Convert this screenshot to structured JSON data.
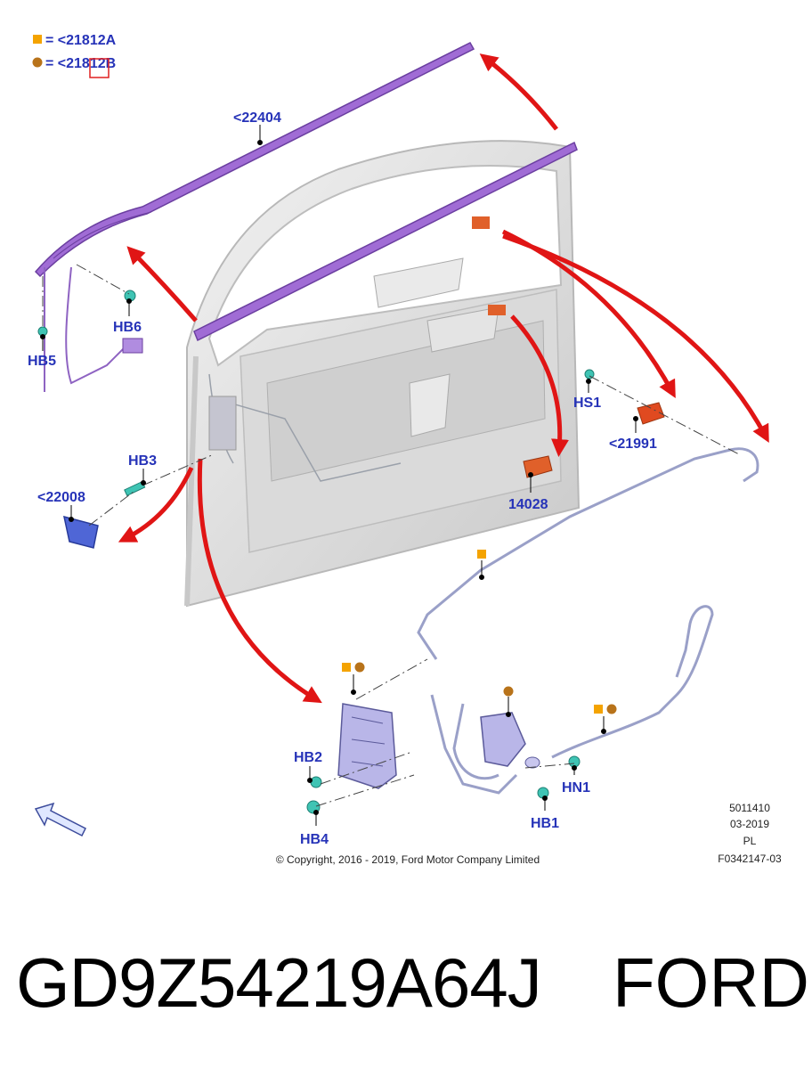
{
  "legend": [
    {
      "symbol": "square",
      "color": "#f4a300",
      "text": "= <21812A"
    },
    {
      "symbol": "circle",
      "color": "#b8731a",
      "text": "= <21812B"
    }
  ],
  "callouts": {
    "c22404": "<22404",
    "hb6": "HB6",
    "hb5": "HB5",
    "hb3": "HB3",
    "c22008": "<22008",
    "hs1": "HS1",
    "c21991": "<21991",
    "c14028": "14028",
    "hb2": "HB2",
    "hb4": "HB4",
    "hn1": "HN1",
    "hb1": "HB1"
  },
  "meta": {
    "code": "5011410",
    "date": "03-2019",
    "lang": "PL",
    "ref": "F0342147-03",
    "copyright": "© Copyright, 2016 - 2019, Ford Motor Company Limited"
  },
  "footer": {
    "part_number": "GD9Z54219A64J",
    "brand": "FORD"
  },
  "colors": {
    "callout": "#2633b8",
    "arrow": "#e01515",
    "seal": "#9b5fd0",
    "fastener": "#3fc4b4",
    "orange_part": "#e0602a",
    "latch": "#b9b6e8"
  }
}
